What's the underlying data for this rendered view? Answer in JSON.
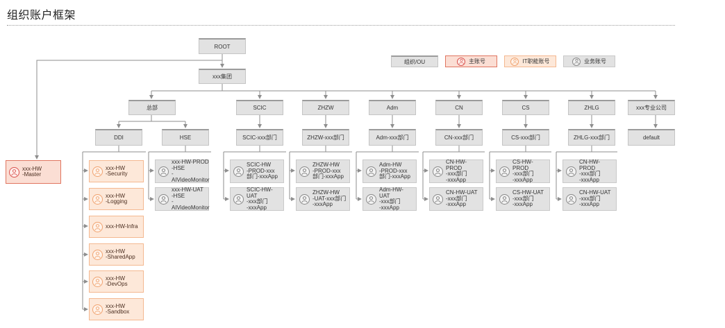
{
  "page_title": "组织账户框架",
  "legend": {
    "ou": "组织/OU",
    "master": "主账号",
    "it": "IT职能账号",
    "business": "业务账号"
  },
  "ou": {
    "root": "ROOT",
    "group": "xxx集团",
    "hq": "总部",
    "scic": "SCIC",
    "zhzw": "ZHZW",
    "adm": "Adm",
    "cn": "CN",
    "cs": "CS",
    "zhlg": "ZHLG",
    "special": "xxx专业公司",
    "ddi": "DDI",
    "hse": "HSE",
    "scic_dept": "SCIC-xxx部门",
    "zhzw_dept": "ZHZW-xxx部门",
    "adm_dept": "Adm-xxx部门",
    "cn_dept": "CN-xxx部门",
    "cs_dept": "CS-xxx部门",
    "zhlg_dept": "ZHLG-xxx部门",
    "default": "default"
  },
  "accounts": {
    "master": "xxx-HW\n-Master",
    "ddi": [
      "xxx-HW\n-Security",
      "xxx-HW\n-Logging",
      "xxx-HW-Infra",
      "xxx-HW\n-SharedApp",
      "xxx-HW\n-DevOps",
      "xxx-HW\n-Sandbox"
    ],
    "hse": [
      "xxx-HW-PROD\n-HSE\n-AIVideoMonitor",
      "xxx-HW-UAT\n-HSE\n-AIVideoMonitor"
    ],
    "scic": [
      "SCIC-HW\n-PROD-xxx\n部门-xxxApp",
      "SCIC-HW-UAT\n-xxx部门\n-xxxApp"
    ],
    "zhzw": [
      "ZHZW-HW\n-PROD-xxx\n部门-xxxApp",
      "ZHZW-HW\n-UAT-xxx部门\n-xxxApp"
    ],
    "adm": [
      "Adm-HW\n-PROD-xxx\n部门-xxxApp",
      "Adm-HW-UAT\n-xxx部门\n-xxxApp"
    ],
    "cn": [
      "CN-HW-PROD\n-xxx部门\n-xxxApp",
      "CN-HW-UAT\n-xxx部门\n-xxxApp"
    ],
    "cs": [
      "CS-HW-PROD\n-xxx部门\n-xxxApp",
      "CS-HW-UAT\n-xxx部门\n-xxxApp"
    ],
    "zhlg": [
      "CN-HW-PROD\n-xxx部门\n-xxxApp",
      "CN-HW-UAT\n-xxx部门\n-xxxApp"
    ]
  },
  "icons": {
    "account": "user-badge-icon"
  },
  "colors": {
    "ou_fill": "#e2e2e2",
    "it_fill": "#fde8d9",
    "master_fill": "#fbded4",
    "master_border": "#e07560",
    "connector": "#8e8e8e"
  }
}
